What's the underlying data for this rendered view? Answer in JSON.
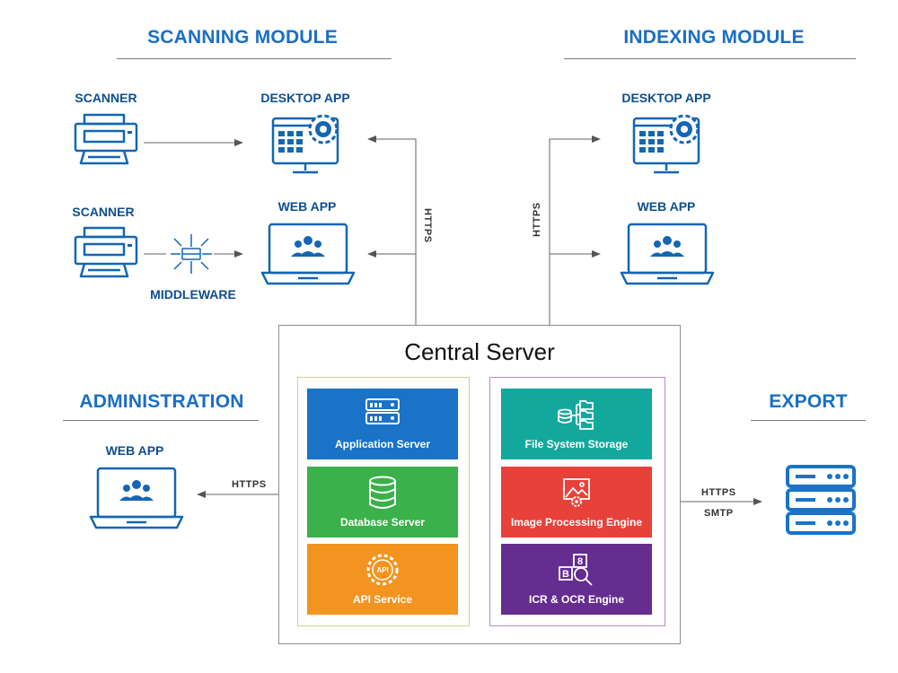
{
  "sections": {
    "scanning": "SCANNING MODULE",
    "indexing": "INDEXING MODULE",
    "administration": "ADMINISTRATION",
    "export": "EXPORT"
  },
  "scanning": {
    "scanner1": "SCANNER",
    "scanner2": "SCANNER",
    "middleware": "MIDDLEWARE",
    "desktop_app": "DESKTOP APP",
    "web_app": "WEB APP"
  },
  "indexing": {
    "desktop_app": "DESKTOP APP",
    "web_app": "WEB APP"
  },
  "administration": {
    "web_app": "WEB APP"
  },
  "connections": {
    "scan_https": "HTTPS",
    "index_https": "HTTPS",
    "admin_https": "HTTPS",
    "export_https": "HTTPS",
    "export_smtp": "SMTP"
  },
  "central_server": {
    "title": "Central Server",
    "left_group": [
      {
        "label": "Application Server",
        "color": "#1a73c6",
        "icon": "server-rack-icon"
      },
      {
        "label": "Database Server",
        "color": "#3ab14a",
        "icon": "database-icon"
      },
      {
        "label": "API Service",
        "color": "#f39421",
        "icon": "api-gear-icon"
      }
    ],
    "right_group": [
      {
        "label": "File System Storage",
        "color": "#13a89e",
        "icon": "file-storage-icon"
      },
      {
        "label": "Image Processing Engine",
        "color": "#e8413a",
        "icon": "image-gear-icon"
      },
      {
        "label": "ICR & OCR Engine",
        "color": "#662d91",
        "icon": "ocr-icon"
      }
    ],
    "api_icon_text": "API",
    "ocr_icon_b": "B",
    "ocr_icon_8": "8"
  },
  "colors": {
    "accent": "#1a6fc4",
    "icon_blue": "#1366b3",
    "left_border": "#c9d98a",
    "right_border": "#b48ccf"
  }
}
